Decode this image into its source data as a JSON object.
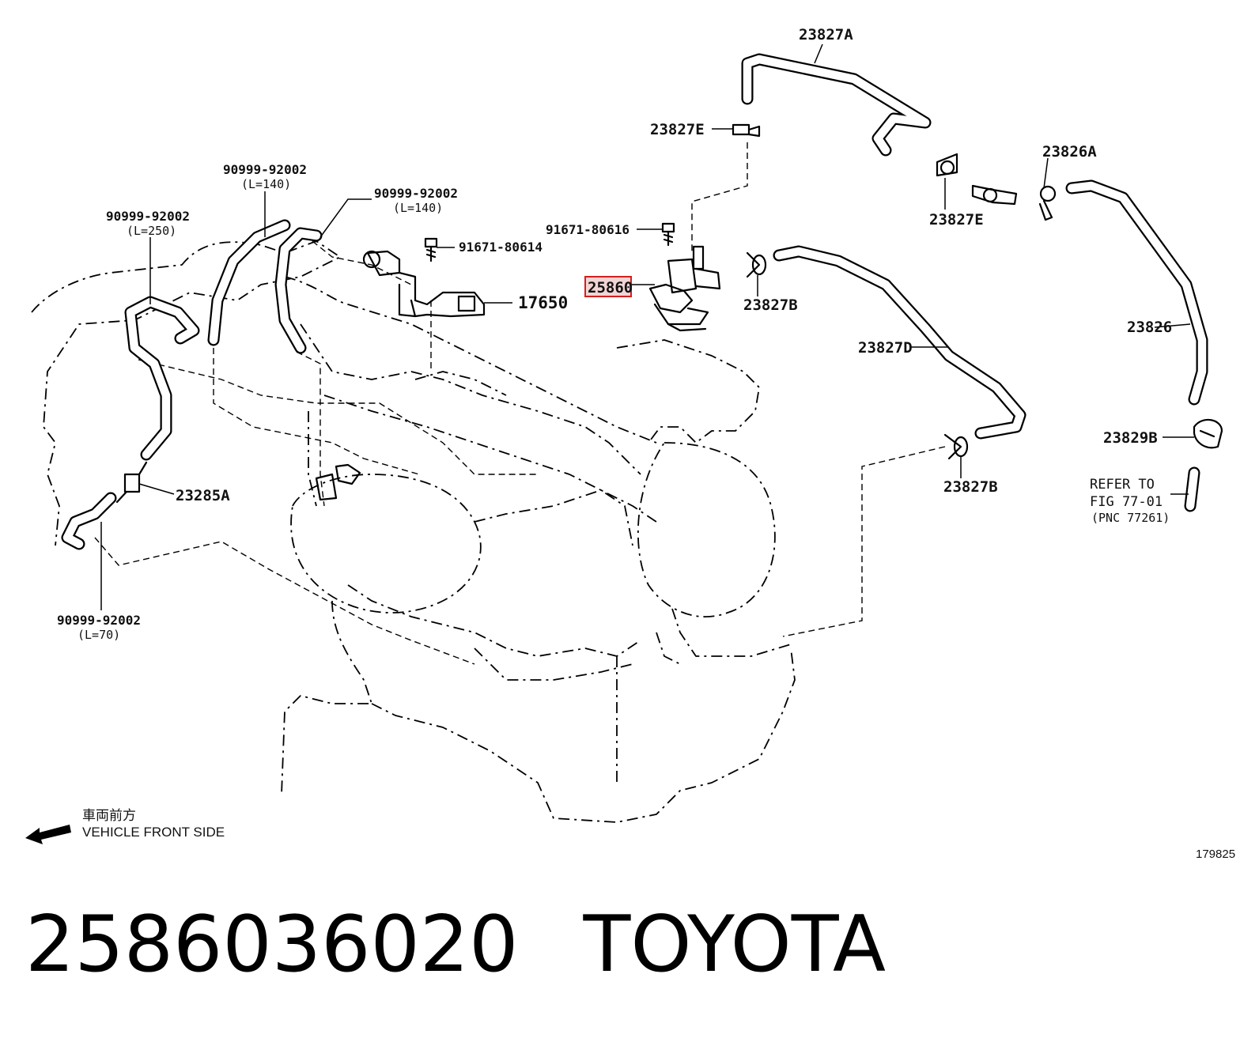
{
  "callouts": {
    "c23827A": "23827A",
    "c23827E_top": "23827E",
    "c23826A": "23826A",
    "c23827E_right": "23827E",
    "c91671_80616": "91671-80616",
    "c91671_80614": "91671-80614",
    "c25860": "25860",
    "c17650": "17650",
    "c23827B_top": "23827B",
    "c23826": "23826",
    "c23827D": "23827D",
    "c23829B": "23829B",
    "c23827B_low": "23827B",
    "c23285A": "23285A",
    "hose_top_mid": "90999-92002",
    "hose_top_mid_len": "(L=140)",
    "hose_top_right": "90999-92002",
    "hose_top_right_len": "(L=140)",
    "hose_left": "90999-92002",
    "hose_left_len": "(L=250)",
    "hose_bottom": "90999-92002",
    "hose_bottom_len": "(L=70)"
  },
  "refer": {
    "line1": "REFER TO",
    "line2": "FIG 77-01",
    "line3": "(PNC 77261)"
  },
  "front_note": {
    "jp": "車両前方",
    "en": "VEHICLE FRONT SIDE"
  },
  "figure_number": "179825",
  "footer": {
    "part_number": "2586036020",
    "brand": "TOYOTA"
  },
  "colors": {
    "highlight": "#d21f1f",
    "highlight_fill": "#f3d4d4",
    "ink": "#000000"
  }
}
